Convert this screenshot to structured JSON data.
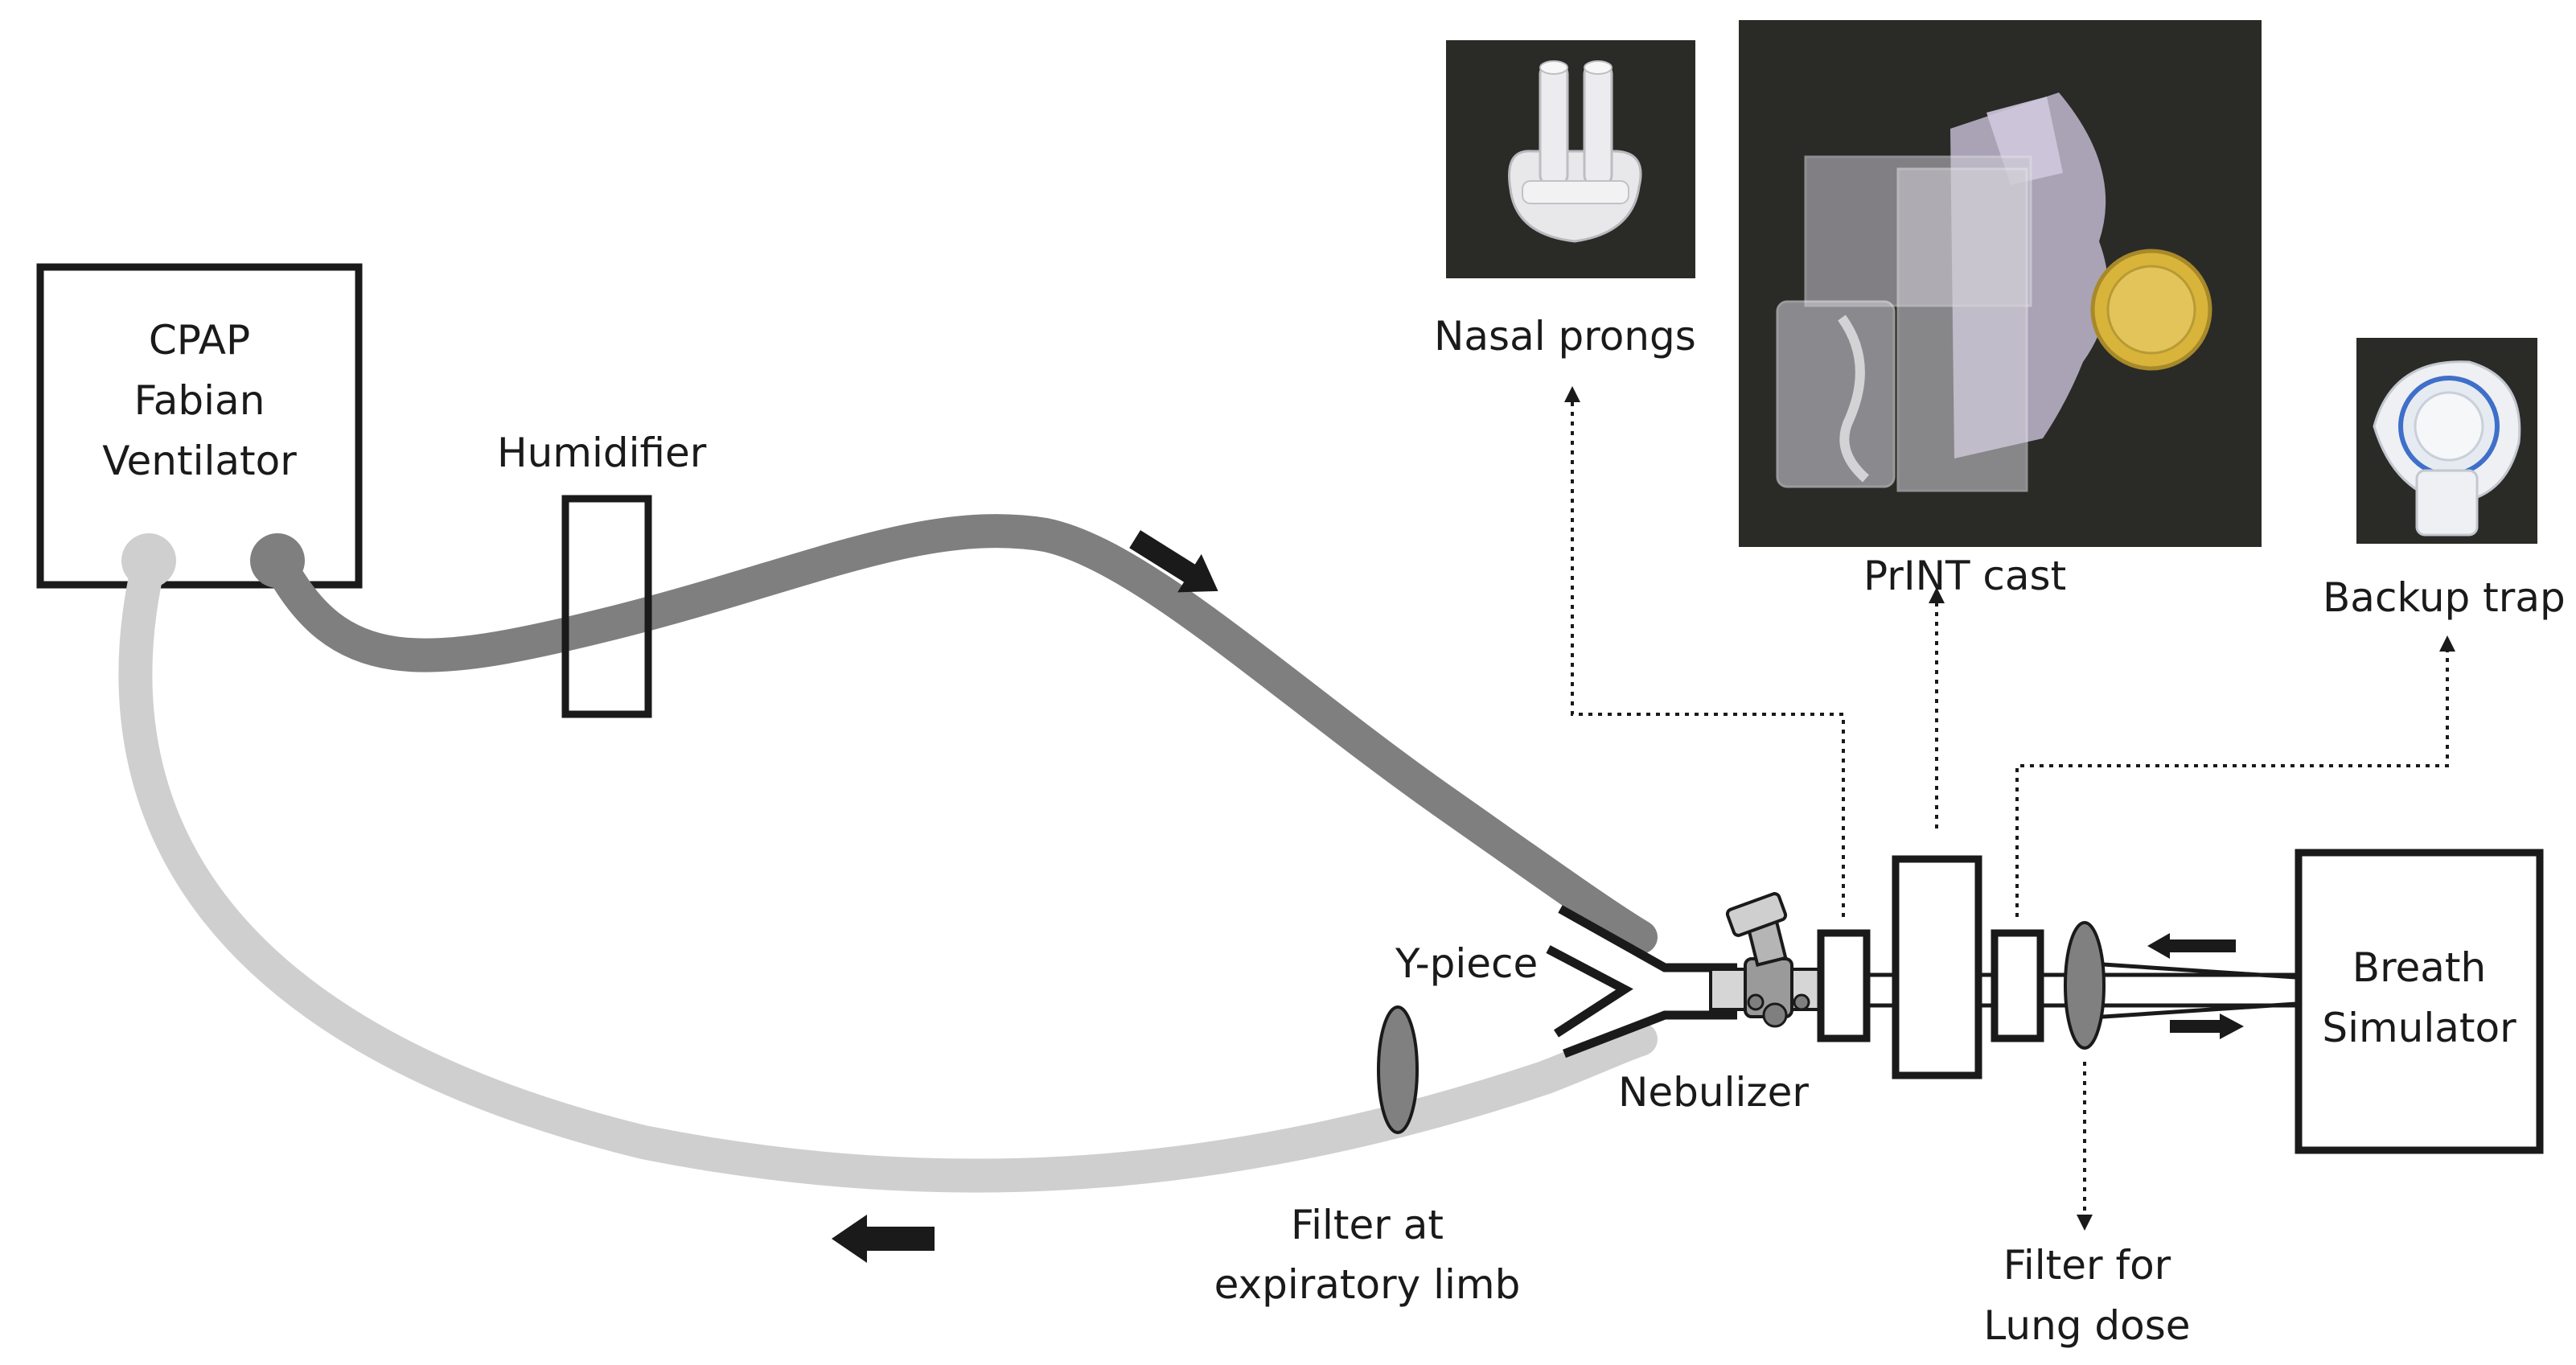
{
  "colors": {
    "inspiratory_tube": "#7f7f7f",
    "expiratory_tube": "#cfcfcf",
    "outline": "#1a1a1a",
    "filter_fill": "#808080",
    "photo_background": "#2a2a27",
    "coin_gold": "#d8b43a"
  },
  "labels": {
    "ventilator": [
      "CPAP",
      "Fabian",
      "Ventilator"
    ],
    "humidifier": "Humidifier",
    "y_piece": "Y-piece",
    "nebulizer": "Nebulizer",
    "filter_expiratory": [
      "Filter at",
      "expiratory limb"
    ],
    "filter_lung": [
      "Filter for",
      "Lung dose"
    ],
    "breath_simulator": [
      "Breath",
      "Simulator"
    ],
    "nasal_prongs": "Nasal prongs",
    "print_cast": "PrINT cast",
    "backup_trap": "Backup trap"
  },
  "icons": {
    "flow_arrow": "thick-arrow-icon",
    "nebulizer": "nebulizer-icon"
  }
}
